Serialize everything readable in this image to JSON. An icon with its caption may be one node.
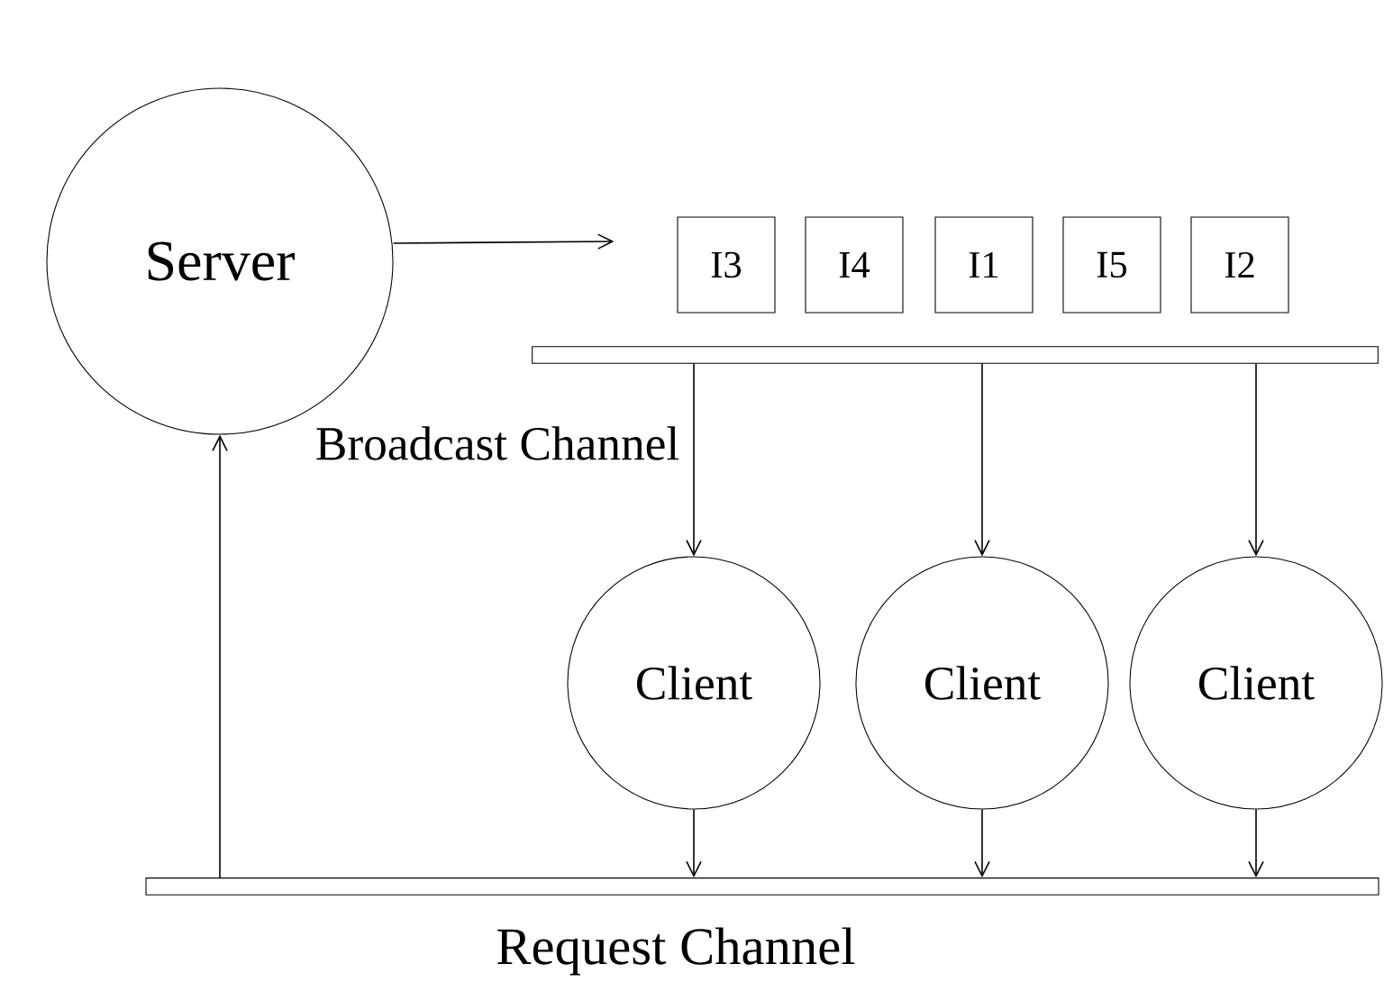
{
  "diagram": {
    "nodes": [
      {
        "text": [
          "Server"
        ]
      },
      {
        "text": [
          "I3"
        ]
      },
      {
        "text": [
          "I4"
        ]
      },
      {
        "text": [
          "I1"
        ]
      },
      {
        "text": [
          "I5"
        ]
      },
      {
        "text": [
          "I2"
        ]
      },
      {
        "text": [
          "Broadcast Channel"
        ]
      },
      {
        "text": [
          "Client"
        ]
      },
      {
        "text": [
          "Client"
        ]
      },
      {
        "text": [
          "Client"
        ]
      },
      {
        "text": [
          "Request Channel"
        ]
      }
    ],
    "edges": [
      {
        "from": 0,
        "to": 1,
        "arrow": "to"
      },
      {
        "from": 6,
        "to": 7,
        "arrow": "to"
      },
      {
        "from": 6,
        "to": 8,
        "arrow": "to"
      },
      {
        "from": 6,
        "to": 9,
        "arrow": "to"
      },
      {
        "from": 7,
        "to": 10,
        "arrow": "to"
      },
      {
        "from": 8,
        "to": 10,
        "arrow": "to"
      },
      {
        "from": 9,
        "to": 10,
        "arrow": "to"
      },
      {
        "from": 10,
        "to": 0,
        "arrow": "to"
      }
    ]
  }
}
